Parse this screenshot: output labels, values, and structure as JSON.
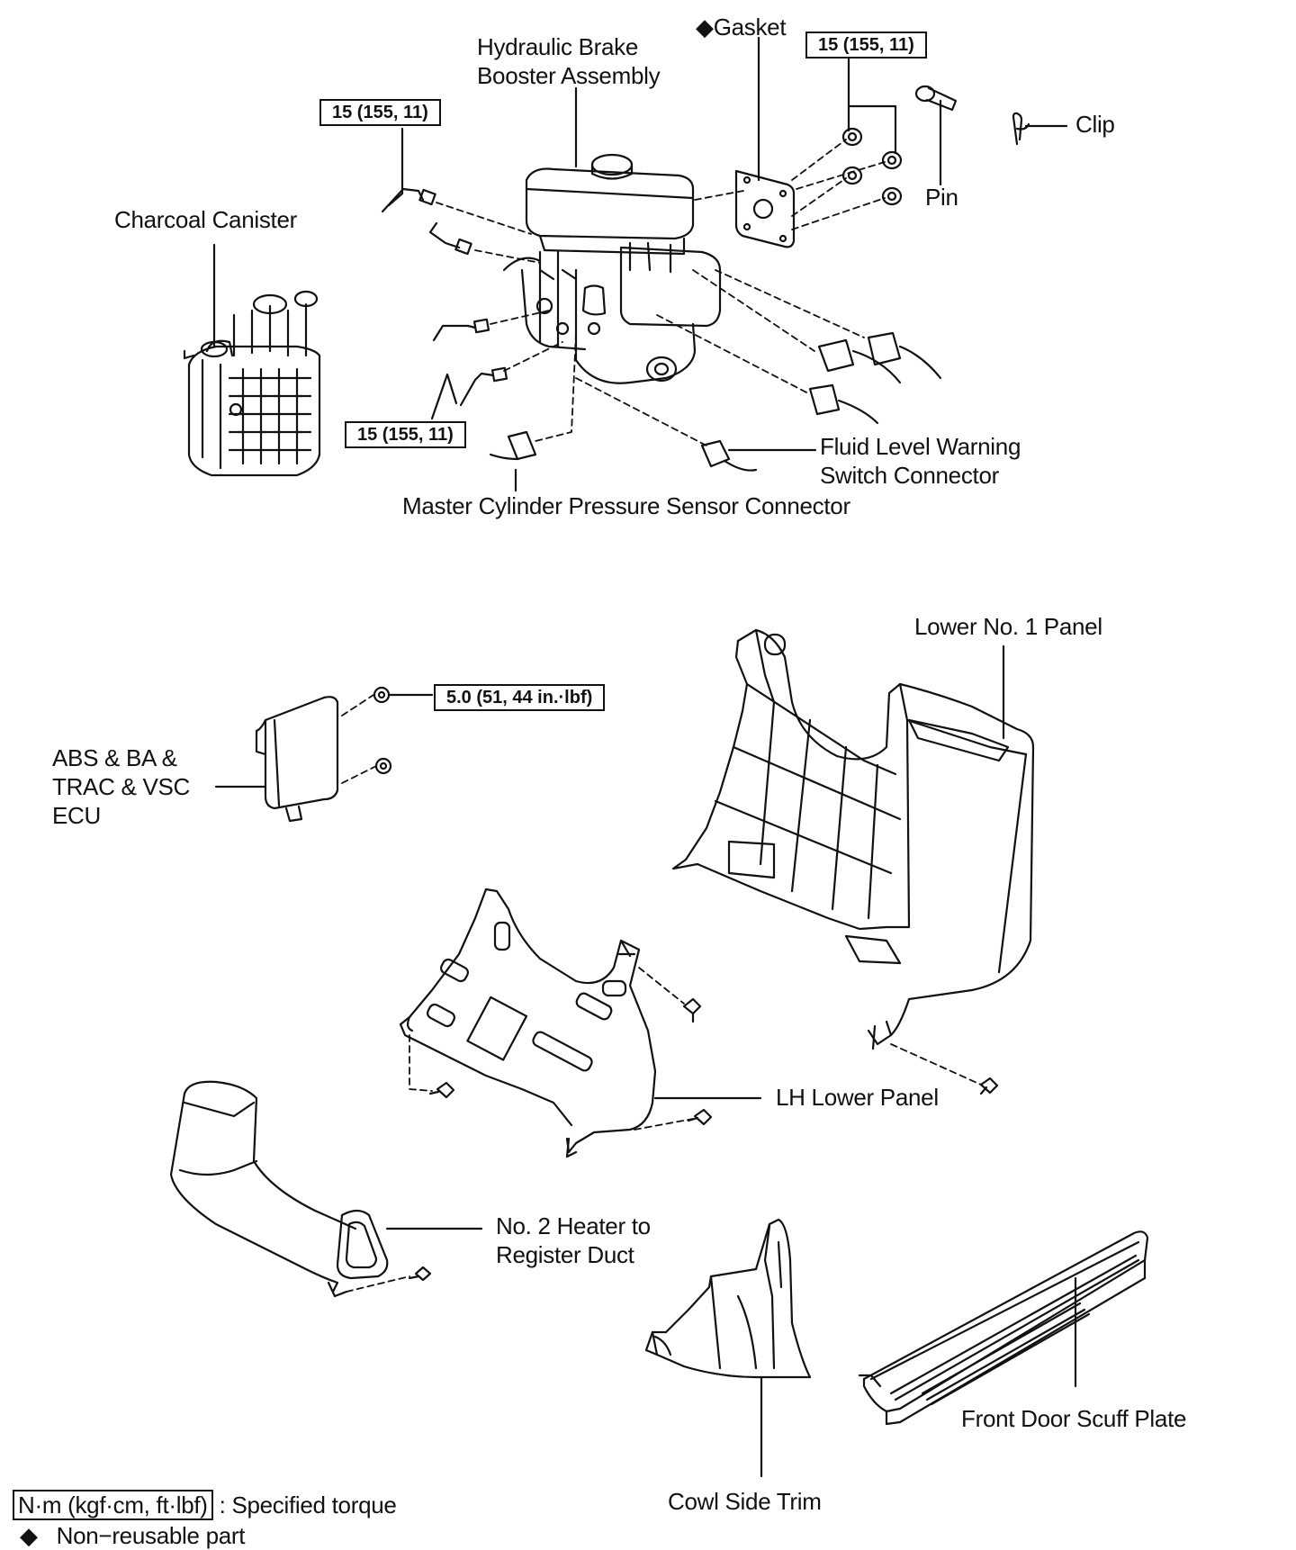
{
  "labels": {
    "gasket": "◆Gasket",
    "brake_booster_line1": "Hydraulic Brake",
    "brake_booster_line2": "Booster Assembly",
    "clip": "Clip",
    "pin": "Pin",
    "charcoal_canister": "Charcoal Canister",
    "fluid_level_line1": "Fluid Level Warning",
    "fluid_level_line2": "Switch Connector",
    "master_cyl_sensor": "Master Cylinder Pressure Sensor Connector",
    "lower_no1_panel": "Lower No. 1 Panel",
    "ecu_line1": "ABS & BA &",
    "ecu_line2": "TRAC & VSC",
    "ecu_line3": "ECU",
    "lh_lower_panel": "LH Lower Panel",
    "duct_line1": "No. 2 Heater to",
    "duct_line2": "Register Duct",
    "front_door_scuff": "Front Door Scuff Plate",
    "cowl_side_trim": "Cowl Side Trim"
  },
  "torque": {
    "gasket_nuts": "15 (155, 11)",
    "upper_line": "15 (155, 11)",
    "lower_lines": "15 (155, 11)",
    "ecu_nuts": "5.0 (51, 44 in.·lbf)"
  },
  "legend": {
    "unit_box": "N·m (kgf·cm, ft·lbf)",
    "unit_desc": ": Specified torque",
    "diamond": "◆",
    "nonreusable": "Non−reusable part"
  }
}
